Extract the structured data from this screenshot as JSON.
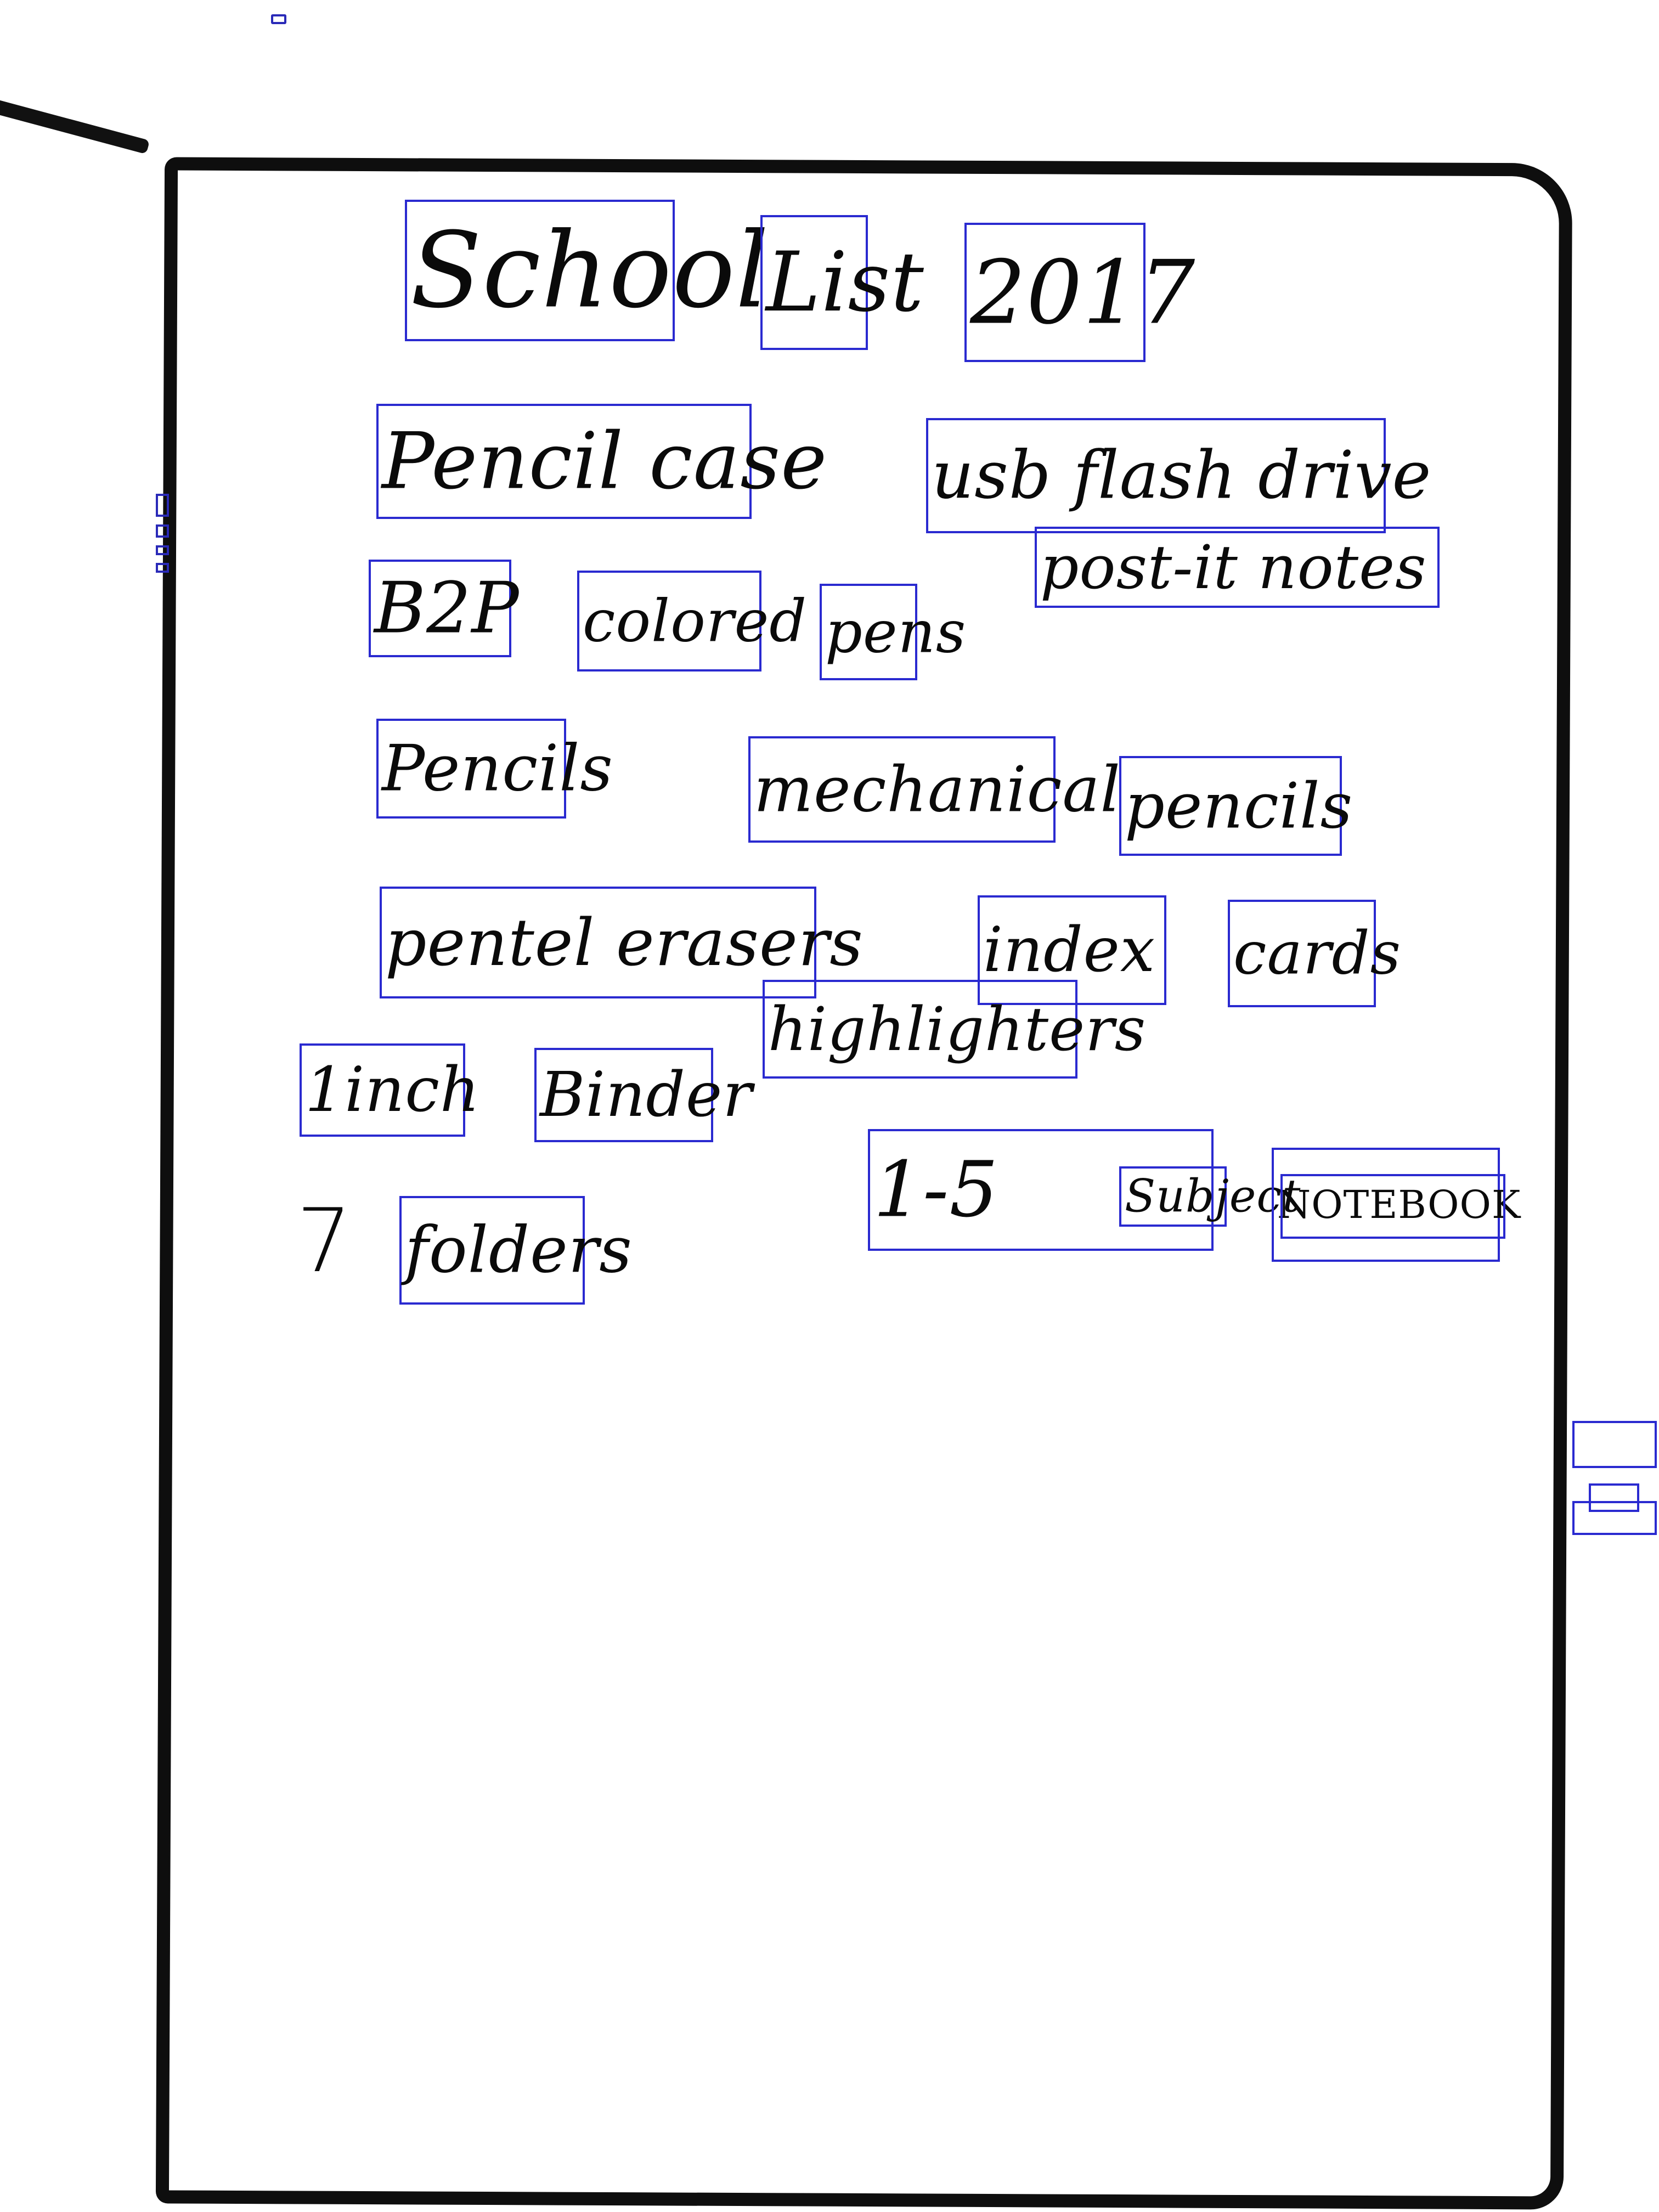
{
  "words": {
    "school": "School",
    "list": "List",
    "year": "2017",
    "pencil_case": "Pencil case",
    "usb_flash_drive": "usb flash drive",
    "post_it_notes": "post-it notes",
    "b2p": "B2P",
    "colored": "colored",
    "pens": "pens",
    "pencils_1": "Pencils",
    "mechanical": "mechanical",
    "pencils_2": "pencils",
    "pentel_erasers": "pentel erasers",
    "index": "index",
    "cards": "cards",
    "highlighters": "highlighters",
    "one_inch": "1inch",
    "binder": "Binder",
    "one_five": "1-5",
    "subject": "Subject",
    "notebook": "NOTEBOOK",
    "seven": "7",
    "folders": "folders"
  }
}
